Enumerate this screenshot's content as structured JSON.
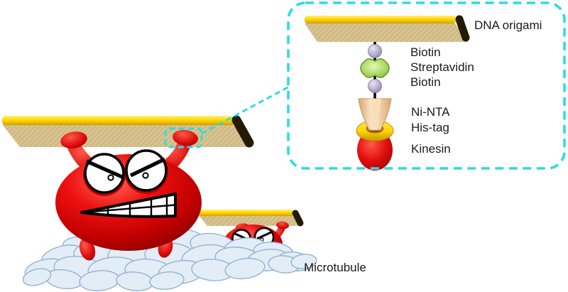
{
  "labels": {
    "dna_origami": "DNA origami",
    "biotin_top": "Biotin",
    "streptavidin": "Streptavidin",
    "biotin_bottom": "Biotin",
    "ni_nta": "Ni-NTA",
    "his_tag": "His-tag",
    "kinesin": "Kinesin",
    "microtubule": "Microtubule"
  },
  "colors": {
    "accent_cyan": "#2bdce4",
    "kinesin_red": "#dd0a0a",
    "plank_gold": "#ffd400",
    "plank_tan": "#d7c391",
    "plank_edge_dark": "#241a04",
    "biotin_lavender": "#b3aacf",
    "streptavidin_green": "#9cd35c",
    "ni_nta_tan": "#f3d2a6",
    "his_tag_gold": "#ffd400",
    "microtubule_fill": "#e2edf6",
    "microtubule_outline": "#8fafd0",
    "label_color": "#1a1a1a"
  }
}
